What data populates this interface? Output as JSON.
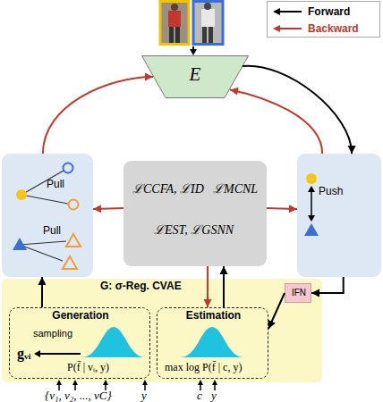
{
  "diagram": {
    "nodes": [
      {
        "text": [
          "E"
        ]
      },
      {
        "text": [
          "Pull",
          "Pull"
        ]
      },
      {
        "text": [
          "ℒCCFA, ℒID",
          "ℒMCNL",
          "ℒEST, ℒGSNN"
        ]
      },
      {
        "text": [
          "Push"
        ]
      },
      {
        "text": [
          "G: σ-Reg. CVAE"
        ]
      },
      {
        "text": [
          "Generation",
          "sampling",
          "gᵥᵢ",
          "P(f̄ | vᵢ, y)"
        ],
        "in": 4
      },
      {
        "text": [
          "Estimation",
          "max log P(f̄ | c, y)"
        ],
        "in": 4
      },
      {
        "text": [
          "IFN"
        ],
        "in": 4
      }
    ],
    "edges": [
      {
        "from": 0,
        "to": 3,
        "arrow": "to"
      },
      {
        "from": 3,
        "to": 0,
        "arrow": "to"
      },
      {
        "from": 1,
        "to": 0,
        "arrow": "to"
      },
      {
        "from": 2,
        "to": 1,
        "arrow": "to"
      },
      {
        "from": 2,
        "to": 3,
        "arrow": "to"
      },
      {
        "from": 3,
        "to": 7,
        "arrow": "to"
      },
      {
        "from": 7,
        "to": 6,
        "arrow": "to"
      },
      {
        "from": 6,
        "to": 2,
        "arrow": "to"
      },
      {
        "from": 2,
        "to": 6,
        "arrow": "to"
      },
      {
        "from": 5,
        "to": 1,
        "arrow": "to"
      }
    ],
    "labels": [
      "{v₁, v₂, ..., vC}",
      "y",
      "c",
      "y"
    ],
    "legend": [
      {
        "text": "Forward"
      },
      {
        "text": "Backward"
      }
    ]
  }
}
